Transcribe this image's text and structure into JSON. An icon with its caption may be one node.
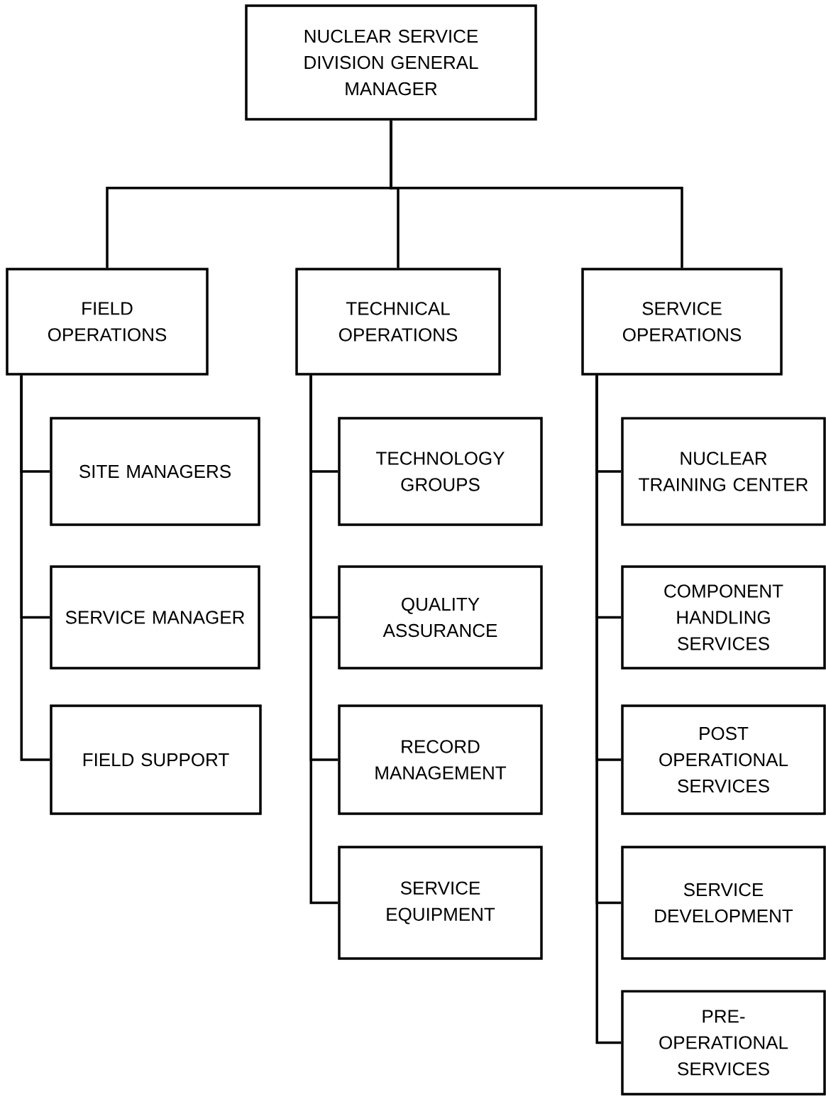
{
  "diagram": {
    "nodes": [
      {
        "text": [
          "NUCLEAR SERVICE DIVISION GENERAL MANAGER"
        ]
      },
      {
        "text": [
          "FIELD OPERATIONS"
        ]
      },
      {
        "text": [
          "TECHNICAL OPERATIONS"
        ]
      },
      {
        "text": [
          "SERVICE OPERATIONS"
        ]
      },
      {
        "text": [
          "SITE MANAGERS"
        ]
      },
      {
        "text": [
          "SERVICE MANAGER"
        ]
      },
      {
        "text": [
          "FIELD SUPPORT"
        ]
      },
      {
        "text": [
          "TECHNOLOGY GROUPS"
        ]
      },
      {
        "text": [
          "QUALITY ASSURANCE"
        ]
      },
      {
        "text": [
          "RECORD MANAGEMENT"
        ]
      },
      {
        "text": [
          "SERVICE EQUIPMENT"
        ]
      },
      {
        "text": [
          "NUCLEAR TRAINING CENTER"
        ]
      },
      {
        "text": [
          "COMPONENT HANDLING SERVICES"
        ]
      },
      {
        "text": [
          "POST OPERATIONAL SERVICES"
        ]
      },
      {
        "text": [
          "SERVICE DEVELOPMENT"
        ]
      },
      {
        "text": [
          "PRE- OPERATIONAL SERVICES"
        ]
      }
    ],
    "edges": [
      {
        "from": 0,
        "to": 1,
        "arrow": "none"
      },
      {
        "from": 0,
        "to": 2,
        "arrow": "none"
      },
      {
        "from": 0,
        "to": 3,
        "arrow": "none"
      },
      {
        "from": 1,
        "to": 4,
        "arrow": "none"
      },
      {
        "from": 1,
        "to": 5,
        "arrow": "none"
      },
      {
        "from": 1,
        "to": 6,
        "arrow": "none"
      },
      {
        "from": 2,
        "to": 7,
        "arrow": "none"
      },
      {
        "from": 2,
        "to": 8,
        "arrow": "none"
      },
      {
        "from": 2,
        "to": 9,
        "arrow": "none"
      },
      {
        "from": 2,
        "to": 10,
        "arrow": "none"
      },
      {
        "from": 3,
        "to": 11,
        "arrow": "none"
      },
      {
        "from": 3,
        "to": 12,
        "arrow": "none"
      },
      {
        "from": 3,
        "to": 13,
        "arrow": "none"
      },
      {
        "from": 3,
        "to": 14,
        "arrow": "none"
      },
      {
        "from": 3,
        "to": 15,
        "arrow": "none"
      }
    ]
  }
}
